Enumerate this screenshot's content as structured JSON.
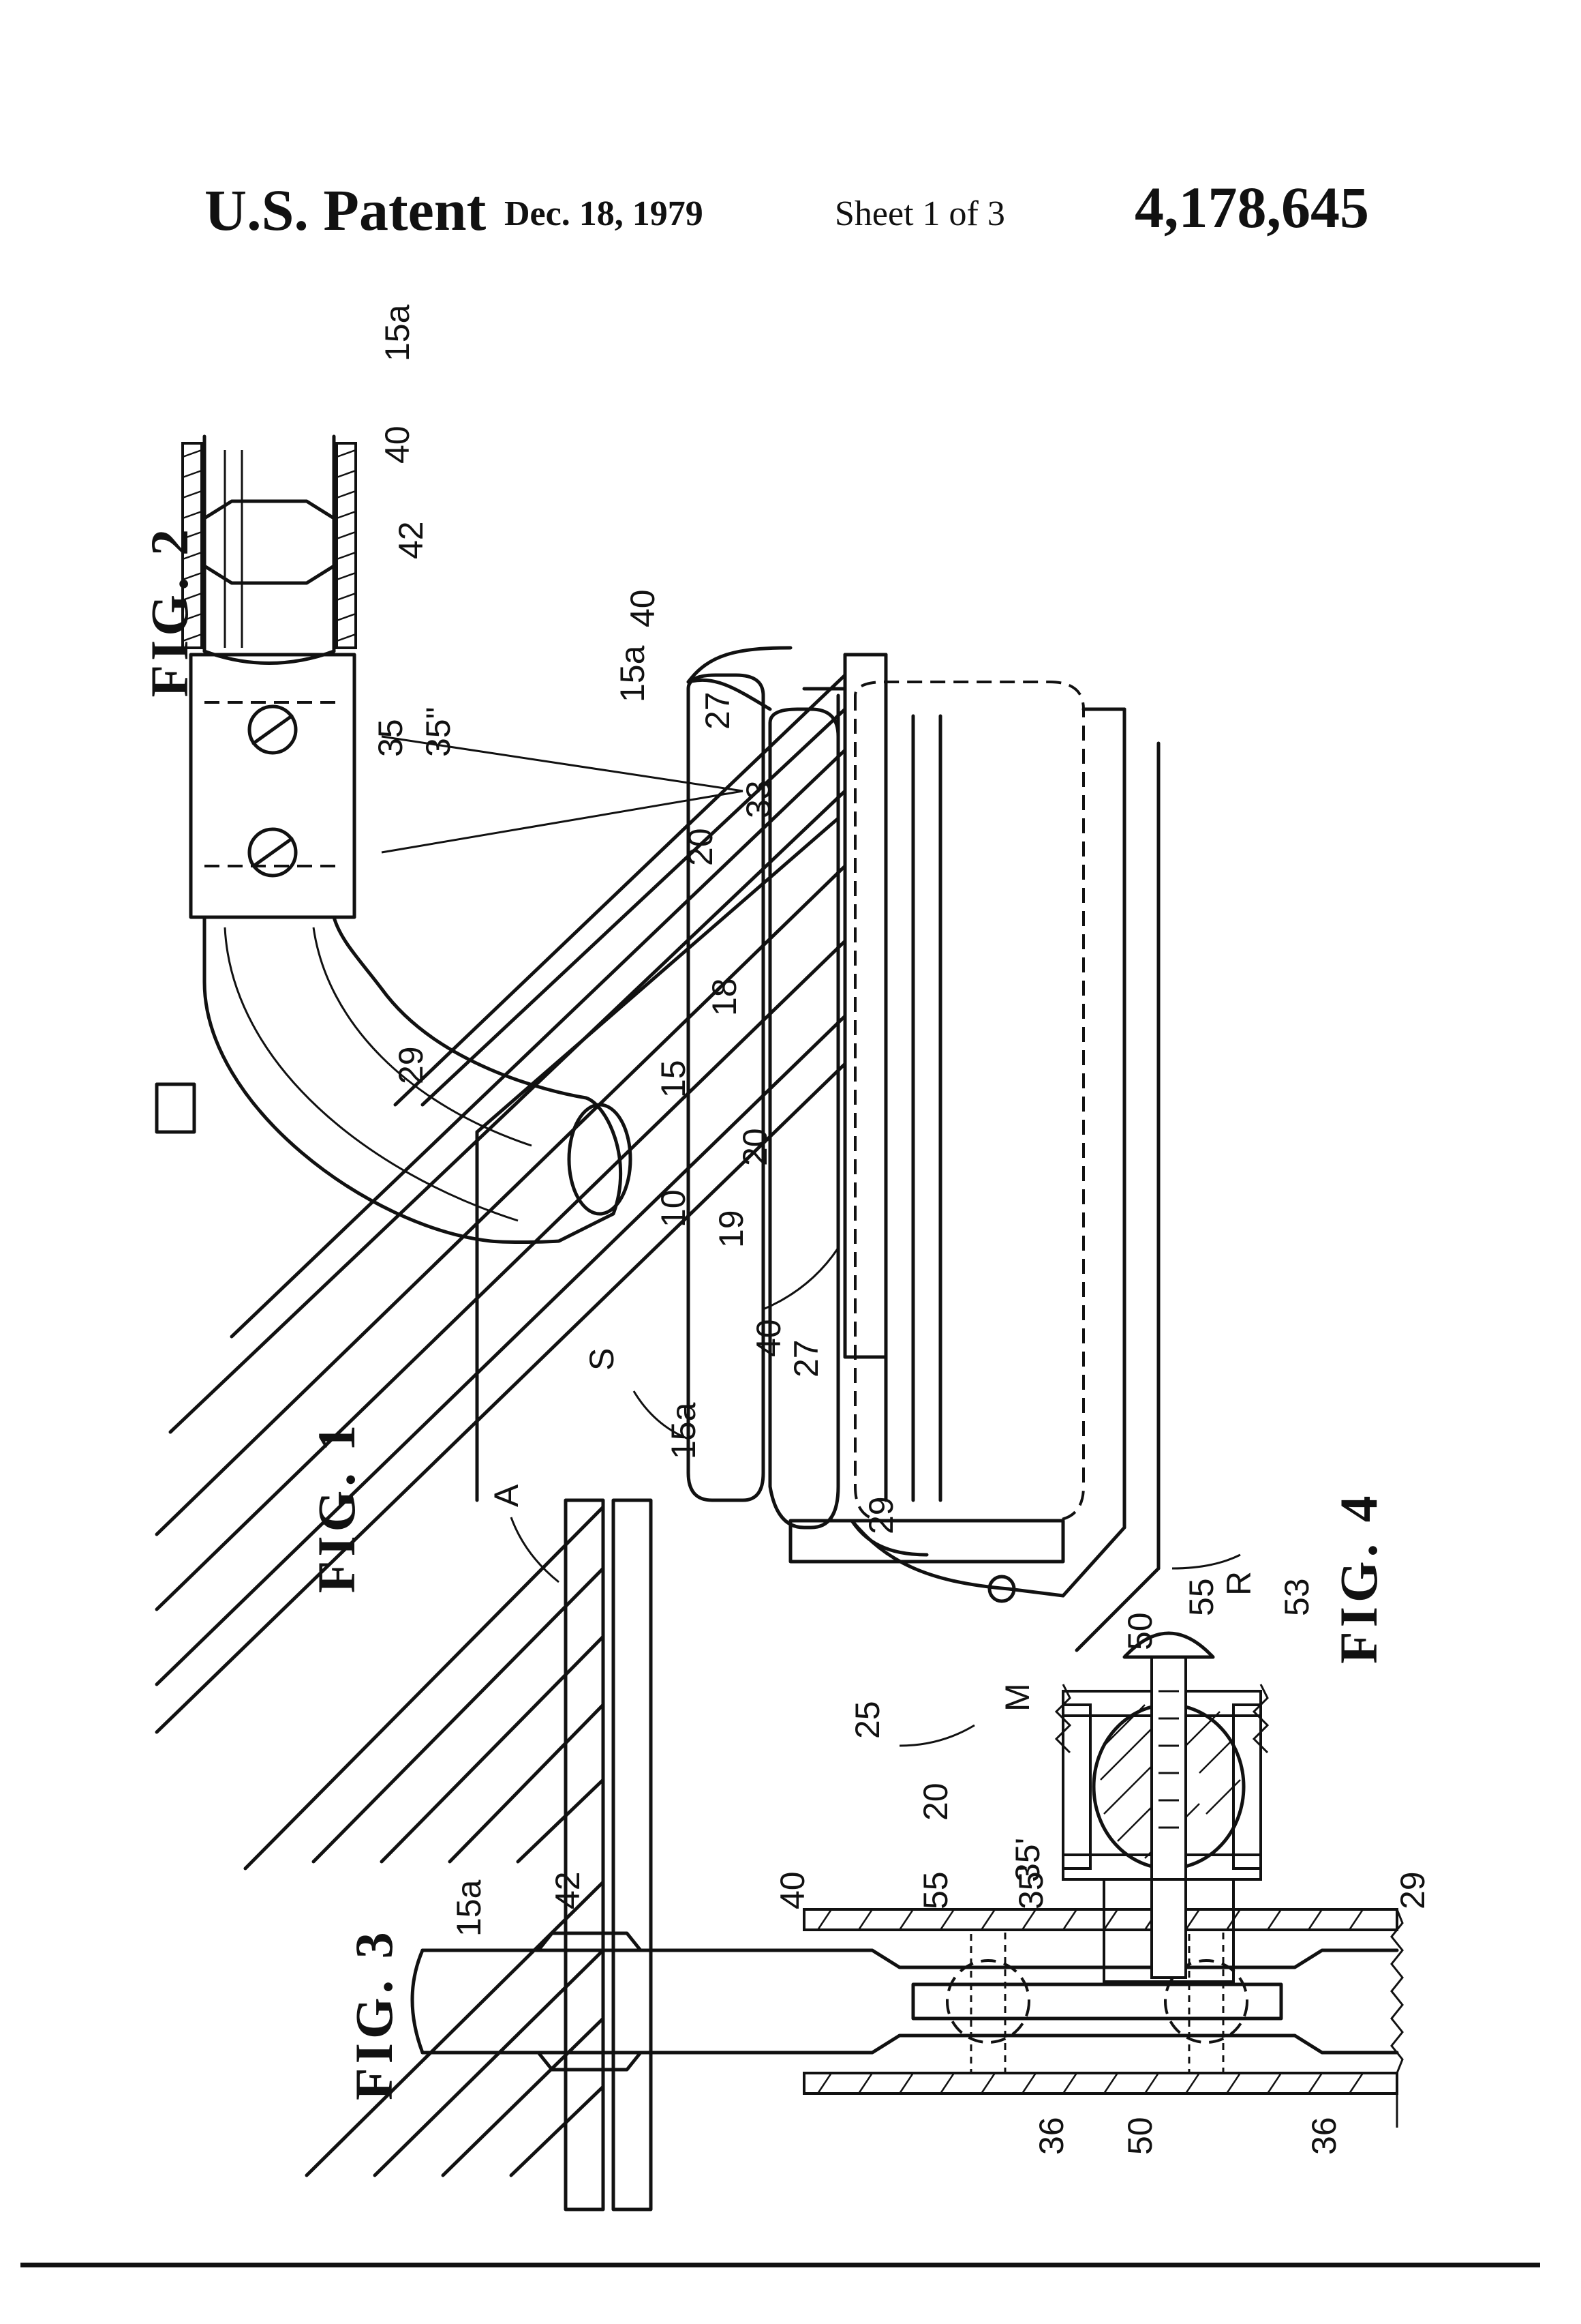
{
  "header": {
    "label": "U.S. Patent",
    "date": "Dec. 18, 1979",
    "sheet": "Sheet 1 of 3",
    "number": "4,178,645"
  },
  "figures": {
    "fig1": "FIG. 1",
    "fig2": "FIG. 2",
    "fig3": "FIG. 3",
    "fig4": "FIG. 4"
  },
  "fig1_labels": {
    "A": "A",
    "S": "S",
    "M": "M",
    "R": "R",
    "n10": "10",
    "n15": "15",
    "n15a_left": "15a",
    "n15a_right": "15a",
    "n18": "18",
    "n19": "19",
    "n20_left": "20",
    "n20_right": "20",
    "n25": "25",
    "n27_left": "27",
    "n27_right": "27",
    "n29": "29",
    "n40_left": "40",
    "n40_right": "40"
  },
  "fig2_labels": {
    "n15a": "15a",
    "n40": "40",
    "n42": "42",
    "n35": "35",
    "n35pp": "35\"",
    "n29": "29",
    "n20": "20",
    "n33": "33"
  },
  "fig3_labels": {
    "n15a": "15a",
    "n42": "42",
    "n40": "40",
    "n55": "55",
    "n35p": "35'",
    "n29": "29",
    "n36_left": "36",
    "n36_right": "36",
    "n50": "50"
  },
  "fig4_labels": {
    "n50": "50",
    "n55": "55",
    "n53": "53",
    "n35p": "35'"
  }
}
